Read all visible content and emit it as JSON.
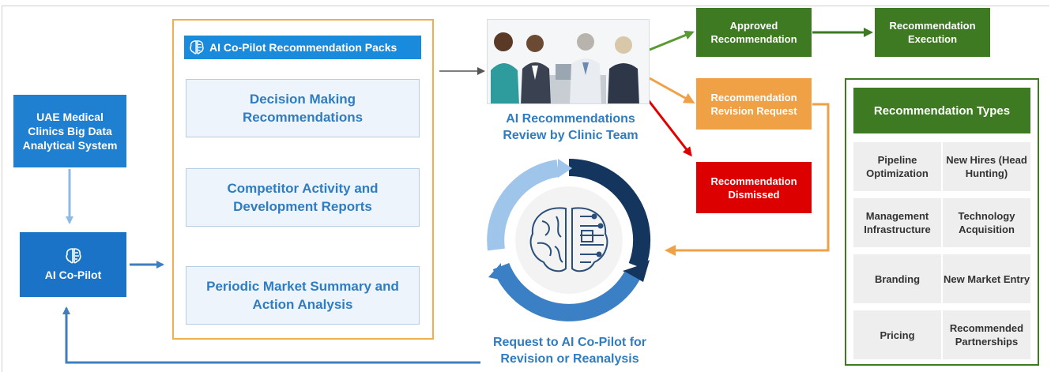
{
  "source": {
    "label": "UAE Medical Clinics Big Data Analytical System"
  },
  "copilot": {
    "label": "AI Co-Pilot"
  },
  "packs": {
    "title": "AI Co-Pilot Recommendation Packs",
    "items": [
      "Decision Making Recommendations",
      "Competitor Activity and Development Reports",
      "Periodic Market Summary and Action Analysis"
    ]
  },
  "review": {
    "caption": "AI Recommendations Review by Clinic Team"
  },
  "outcomes": {
    "approved": "Approved Recommendation",
    "execution": "Recommendation Execution",
    "revision": "Recommendation Revision Request",
    "dismissed": "Recommendation Dismissed"
  },
  "cycle": {
    "caption": "Request to AI Co-Pilot for Revision or Reanalysis"
  },
  "types": {
    "title": "Recommendation Types",
    "cells": [
      "Pipeline Optimization",
      "New Hires (Head Hunting)",
      "Management Infrastructure",
      "Technology Acquisition",
      "Branding",
      "New Market Entry",
      "Pricing",
      "Recommended Partnerships"
    ]
  },
  "colors": {
    "blue": "#1f7fd0",
    "green": "#3d7a22",
    "orange": "#f0a045",
    "red": "#dd0000",
    "cycle_dark": "#14365e",
    "cycle_mid": "#3b7fc4",
    "cycle_light": "#9fc6ea"
  }
}
